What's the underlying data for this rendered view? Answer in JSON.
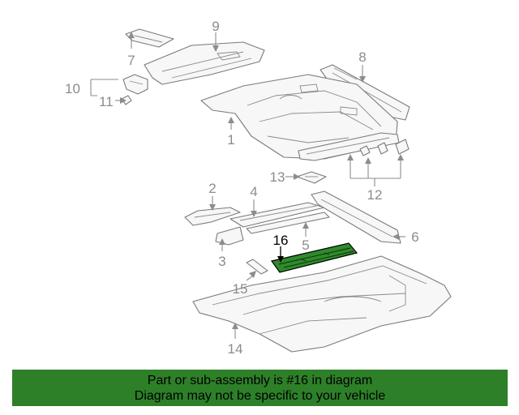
{
  "callouts": {
    "c1": "1",
    "c2": "2",
    "c3": "3",
    "c4": "4",
    "c5": "5",
    "c6": "6",
    "c7": "7",
    "c8": "8",
    "c9": "9",
    "c10": "10",
    "c11": "11",
    "c12": "12",
    "c13": "13",
    "c14": "14",
    "c15": "15",
    "c16": "16"
  },
  "highlight": {
    "part_number": "16",
    "color": "#2f8a2b"
  },
  "banner": {
    "line1": "Part or sub-assembly is #16 in diagram",
    "line2": "Diagram may not be specific to your vehicle",
    "color": "#2d8028"
  }
}
